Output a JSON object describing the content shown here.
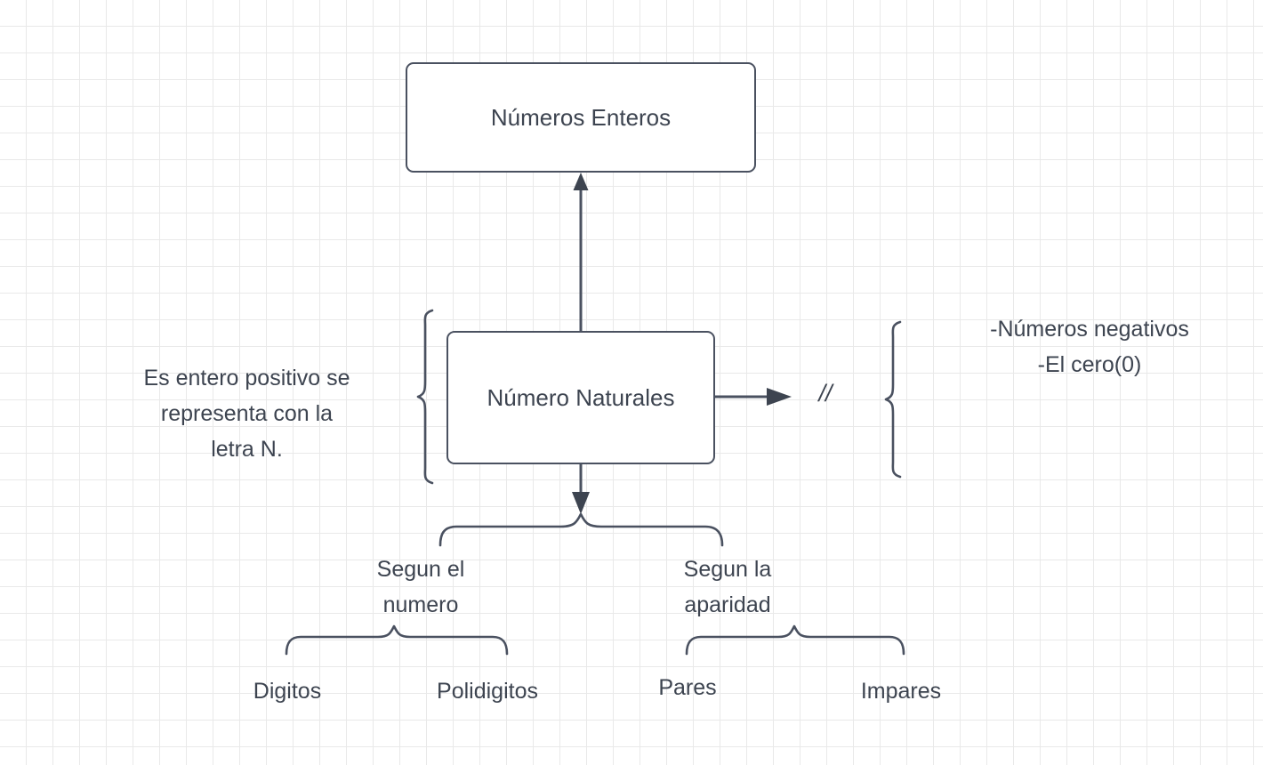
{
  "diagram": {
    "title": "Números Enteros / Número Naturales",
    "stroke_color": "#4a5160",
    "text_color": "#3d4450",
    "background_color": "#ffffff",
    "grid_color": "#e9e9e9",
    "nodes": [
      {
        "id": "enteros",
        "label": "Números Enteros"
      },
      {
        "id": "naturales",
        "label": "Número Naturales"
      }
    ],
    "annotations": {
      "left_note": "Es entero positivo se representa con la letra N.",
      "left_note_lines": [
        "Es entero positivo se",
        "representa con la",
        "letra N."
      ],
      "exclusion_marker": "//",
      "right_note_lines": [
        "-Números negativos",
        "-El cero(0)"
      ],
      "right_note": "-Números negativos -El cero(0)"
    },
    "classification": {
      "branches": [
        {
          "id": "segun-numero",
          "label_lines": [
            "Segun el",
            "numero"
          ],
          "label": "Segun el numero",
          "children": [
            "Digitos",
            "Polidigitos"
          ]
        },
        {
          "id": "segun-aparidad",
          "label_lines": [
            "Segun la",
            "aparidad"
          ],
          "label": "Segun la aparidad",
          "children": [
            "Pares",
            "Impares"
          ]
        }
      ],
      "leaves": {
        "digitos": "Digitos",
        "polidigitos": "Polidigitos",
        "pares": "Pares",
        "impares": "Impares"
      }
    }
  }
}
